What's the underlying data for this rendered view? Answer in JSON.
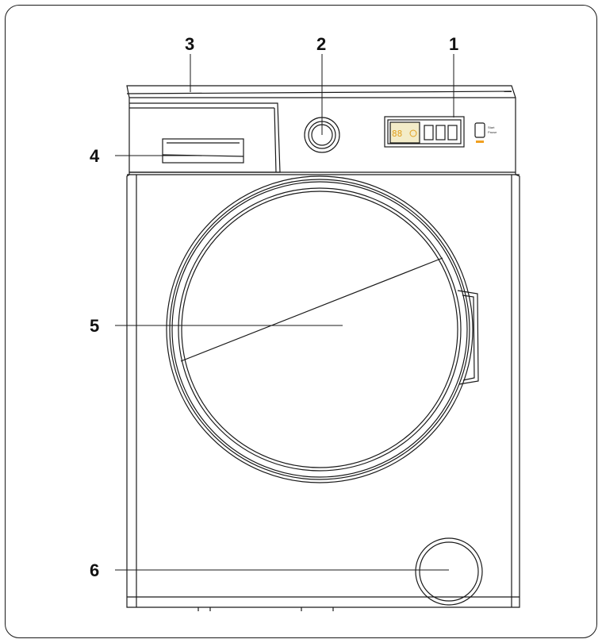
{
  "diagram": {
    "callouts": [
      {
        "id": "1",
        "label": "1"
      },
      {
        "id": "2",
        "label": "2"
      },
      {
        "id": "3",
        "label": "3"
      },
      {
        "id": "4",
        "label": "4"
      },
      {
        "id": "5",
        "label": "5"
      },
      {
        "id": "6",
        "label": "6"
      }
    ],
    "panel": {
      "display_text": "88",
      "start_label_line1": "Start",
      "start_label_line2": "Pause"
    },
    "colors": {
      "line": "#1a1a1a",
      "indicator": "#f0a020",
      "display_bg": "#f3ecc8"
    }
  }
}
